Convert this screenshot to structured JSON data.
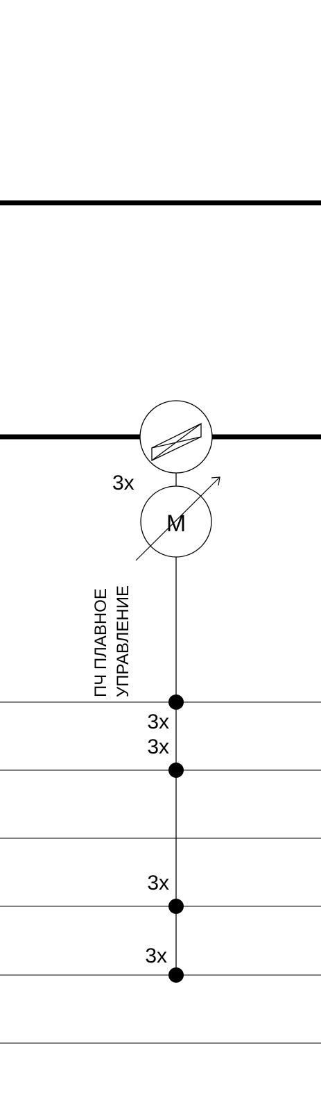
{
  "colors": {
    "line": "#000000",
    "background": "#ffffff"
  },
  "icons": [
    "damper-valve-icon",
    "motor-icon",
    "adjustable-arrow-icon",
    "connection-dot-icon"
  ],
  "motor": {
    "label": "M"
  },
  "motor_phase": "3x",
  "drive": {
    "line1": "ПЧ ПЛАВНОЕ",
    "line2": "УПРАВЛЕНИЕ"
  },
  "taps": [
    {
      "label": "3x"
    },
    {
      "label": "3x"
    },
    {
      "label": "3x"
    },
    {
      "label": "3x"
    }
  ]
}
